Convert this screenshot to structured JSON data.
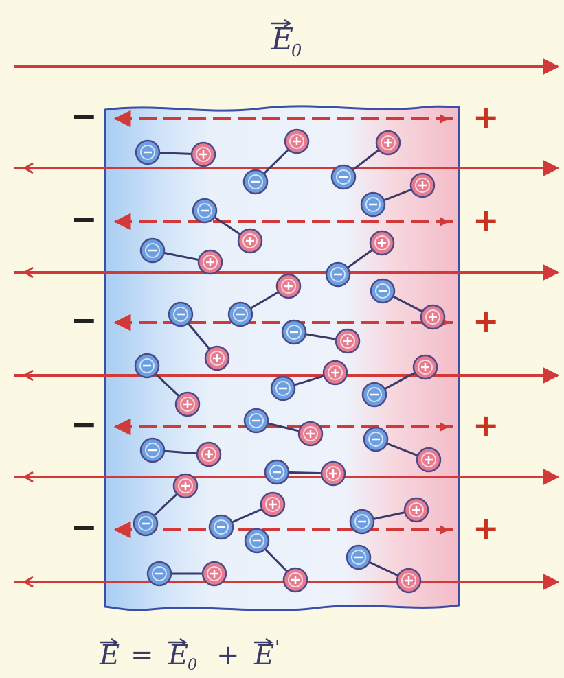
{
  "diagram": {
    "field_label_top": {
      "main": "E",
      "sub": "0"
    },
    "formula": {
      "lhs": "E",
      "equals": "=",
      "term1": "E",
      "term1_sub": "0",
      "plus": "+",
      "term2": "E",
      "term2_prime": "'"
    },
    "charge_labels": {
      "negative": "−",
      "positive": "+"
    },
    "colors": {
      "background": "#fbf8e4",
      "field_line": "#d23a3a",
      "slab_outline": "#3b4fa8",
      "negative_fill": "#6d9fe0",
      "positive_fill": "#e77c90",
      "negative_side_tint": "#a9cdf2",
      "positive_side_tint": "#f6c2cd",
      "surface_charge_negative": "#222222",
      "surface_charge_positive": "#c8321e"
    },
    "icons": {
      "field_arrow": "arrow-right-icon",
      "dipole": "molecular-dipole-icon"
    }
  }
}
